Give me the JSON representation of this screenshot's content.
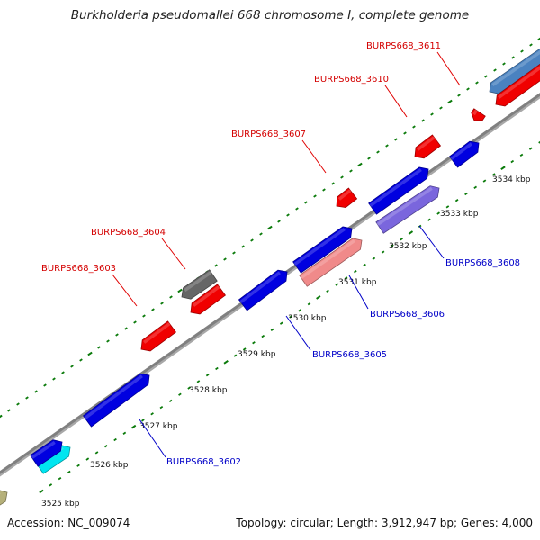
{
  "header": {
    "title": "Burkholderia pseudomallei 668 chromosome I, complete genome"
  },
  "footer": {
    "accession": "Accession: NC_009074",
    "topology": "Topology: circular; Length: 3,912,947 bp; Genes: 4,000"
  },
  "colors": {
    "backbone": "#808080",
    "tick": "#0a7a0a",
    "label_reverse": "#d40000",
    "label_forward": "#0000c8",
    "leader_reverse": "#e00000",
    "leader_forward": "#0000c8",
    "ruler_label": "#111111"
  },
  "ruler": {
    "unit": "kbp",
    "labels": [
      "3525 kbp",
      "3526 kbp",
      "3527 kbp",
      "3528 kbp",
      "3529 kbp",
      "3530 kbp",
      "3531 kbp",
      "3532 kbp",
      "3533 kbp",
      "3534 kbp"
    ]
  },
  "genes": [
    {
      "name": "partial-olive",
      "strand": "forward",
      "color": "#b5b07a",
      "labeled": false
    },
    {
      "name": "cyan-feature",
      "strand": "forward",
      "color": "#00e5f0",
      "labeled": false
    },
    {
      "name": "blue-feature-a",
      "strand": "forward",
      "color": "#0000e0",
      "labeled": false
    },
    {
      "name": "BURPS668_3602",
      "strand": "forward",
      "color": "#0000e0",
      "labeled": true
    },
    {
      "name": "BURPS668_3603",
      "strand": "reverse",
      "color": "#f00000",
      "labeled": true
    },
    {
      "name": "BURPS668_3604",
      "strand": "reverse",
      "color": "#666666",
      "labeled": true
    },
    {
      "name": "red-feature-a",
      "strand": "reverse",
      "color": "#f00000",
      "labeled": false
    },
    {
      "name": "BURPS668_3605",
      "strand": "forward",
      "color": "#0000e0",
      "labeled": true
    },
    {
      "name": "blue-feature-b",
      "strand": "forward",
      "color": "#0000e0",
      "labeled": false
    },
    {
      "name": "BURPS668_3606",
      "strand": "forward",
      "color": "#f08a8a",
      "labeled": true
    },
    {
      "name": "BURPS668_3607",
      "strand": "reverse",
      "color": "#f00000",
      "labeled": true
    },
    {
      "name": "blue-feature-c",
      "strand": "forward",
      "color": "#0000e0",
      "labeled": false
    },
    {
      "name": "BURPS668_3608",
      "strand": "forward",
      "color": "#7a66dd",
      "labeled": true
    },
    {
      "name": "BURPS668_3610",
      "strand": "reverse",
      "color": "#f00000",
      "labeled": true
    },
    {
      "name": "blue-feature-d",
      "strand": "forward",
      "color": "#0000e0",
      "labeled": false
    },
    {
      "name": "BURPS668_3611",
      "strand": "reverse",
      "color": "#f00000",
      "labeled": true
    },
    {
      "name": "steelblue-feature",
      "strand": "reverse",
      "color": "#4a82c0",
      "labeled": false
    },
    {
      "name": "red-feature-b",
      "strand": "reverse",
      "color": "#f00000",
      "labeled": false
    }
  ]
}
